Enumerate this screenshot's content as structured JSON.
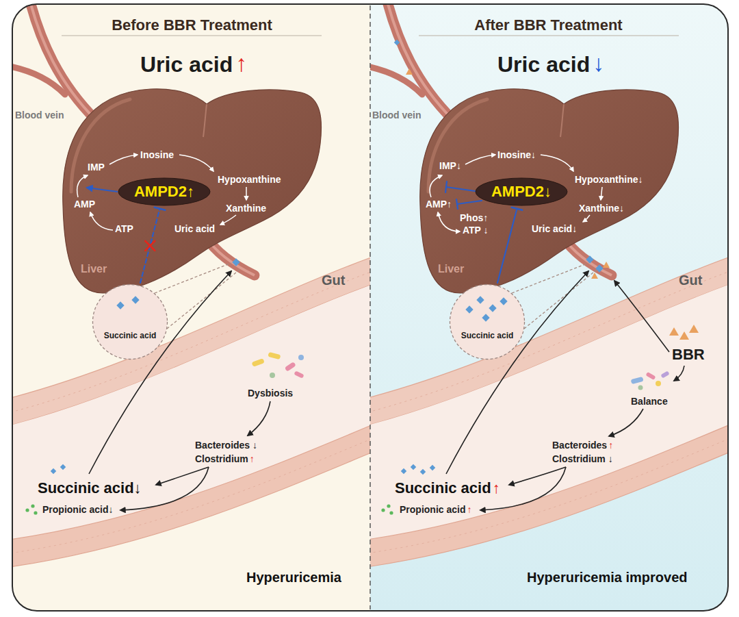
{
  "diagram": {
    "nodes": [
      {
        "text": [
          "Before BBR Treatment"
        ]
      },
      {
        "text": [
          "AMPD2↑"
        ],
        "in": 0
      },
      {
        "text": [
          "Succinic acid"
        ],
        "in": 0
      },
      {
        "text": [
          "After BBR Treatment"
        ]
      },
      {
        "text": [
          "AMPD2↓"
        ],
        "in": 3
      },
      {
        "text": [
          "Succinic acid"
        ],
        "in": 3
      }
    ],
    "edges": [
      {
        "from": 2,
        "to": 1,
        "arrow": "to"
      },
      {
        "from": 5,
        "to": 4,
        "arrow": "to"
      }
    ],
    "labels": [
      "Uric acid",
      "↑",
      "Blood vein",
      "IMP",
      "Inosine",
      "Hypoxanthine",
      "Xanthine",
      "Uric acid",
      "ATP",
      "AMP",
      "Liver",
      "Gut",
      "Dysbiosis",
      "Bacteroides ↓",
      "Clostridium",
      "↑",
      "Succinic acid↓",
      "Propionic acid↓",
      "Hyperuricemia",
      "Uric acid",
      "↓",
      "Blood vein",
      "IMP↓",
      "Inosine↓",
      "Hypoxanthine↓",
      "Xanthine↓",
      "AMP↑",
      "Phos↑",
      "ATP ↓",
      "Uric acid↓",
      "Liver",
      "Gut",
      "BBR",
      "Balance",
      "Bacteroides",
      "↑",
      "Clostridium ↓",
      "Succinic acid",
      "↑",
      "Propionic acid",
      "↑",
      "Hyperuricemia improved"
    ]
  }
}
